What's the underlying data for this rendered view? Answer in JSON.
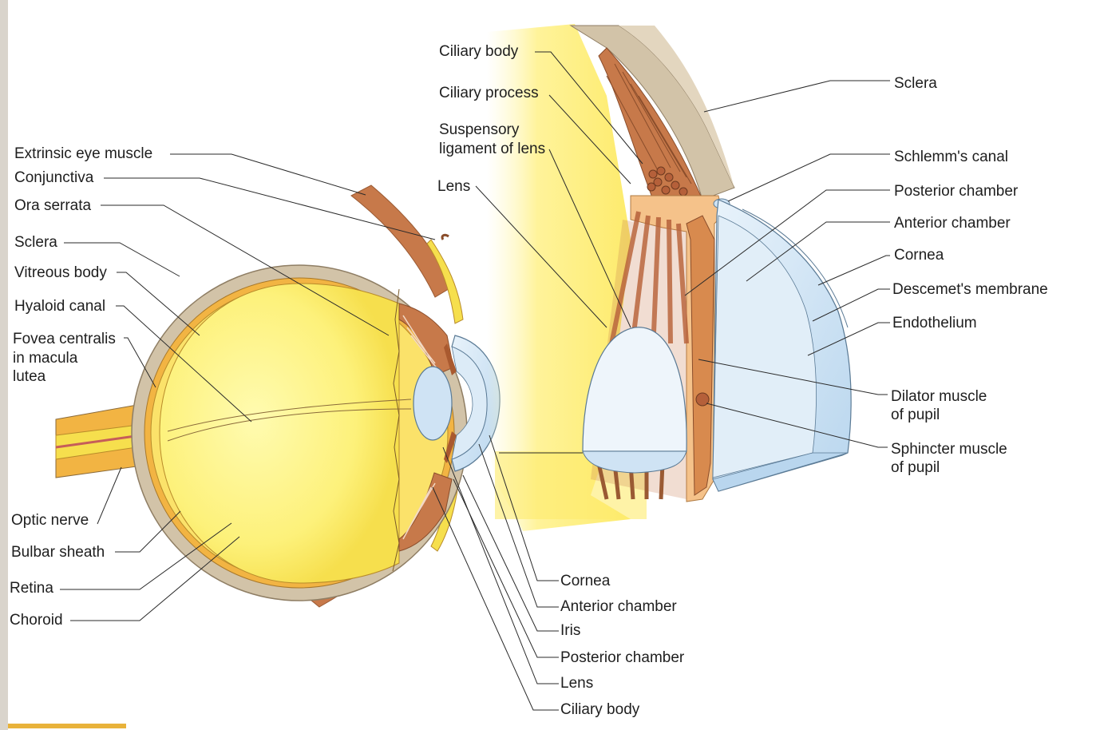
{
  "labels": {
    "left": {
      "extrinsic_eye_muscle": "Extrinsic eye muscle",
      "conjunctiva": "Conjunctiva",
      "ora_serrata": "Ora serrata",
      "sclera": "Sclera",
      "vitreous_body": "Vitreous body",
      "hyaloid_canal": "Hyaloid canal",
      "fovea_line1": "Fovea centralis",
      "fovea_line2": "in macula",
      "fovea_line3": "lutea",
      "optic_nerve": "Optic nerve",
      "bulbar_sheath": "Bulbar sheath",
      "retina": "Retina",
      "choroid": "Choroid"
    },
    "bottom": {
      "cornea": "Cornea",
      "anterior_chamber": "Anterior chamber",
      "iris": "Iris",
      "posterior_chamber": "Posterior chamber",
      "lens": "Lens",
      "ciliary_body": "Ciliary body"
    },
    "detail_left": {
      "ciliary_body": "Ciliary body",
      "ciliary_process": "Ciliary process",
      "suspensory_line1": "Suspensory",
      "suspensory_line2": "ligament of lens",
      "lens": "Lens"
    },
    "detail_right": {
      "sclera": "Sclera",
      "schlemms_canal": "Schlemm's canal",
      "posterior_chamber": "Posterior chamber",
      "anterior_chamber": "Anterior chamber",
      "cornea": "Cornea",
      "descemets_membrane": "Descemet's membrane",
      "endothelium": "Endothelium",
      "dilator_line1": "Dilator muscle",
      "dilator_line2": "of pupil",
      "sphincter_line1": "Sphincter muscle",
      "sphincter_line2": "of pupil"
    }
  },
  "colors": {
    "vitreous": "#fdf17a",
    "sclera": "#d2c3a8",
    "choroid_retina": "#f2b443",
    "muscle": "#c7794a",
    "cornea_lens": "#cfe3f4",
    "background_glow": "#fff39a",
    "leader_line": "#2a2a2a"
  }
}
